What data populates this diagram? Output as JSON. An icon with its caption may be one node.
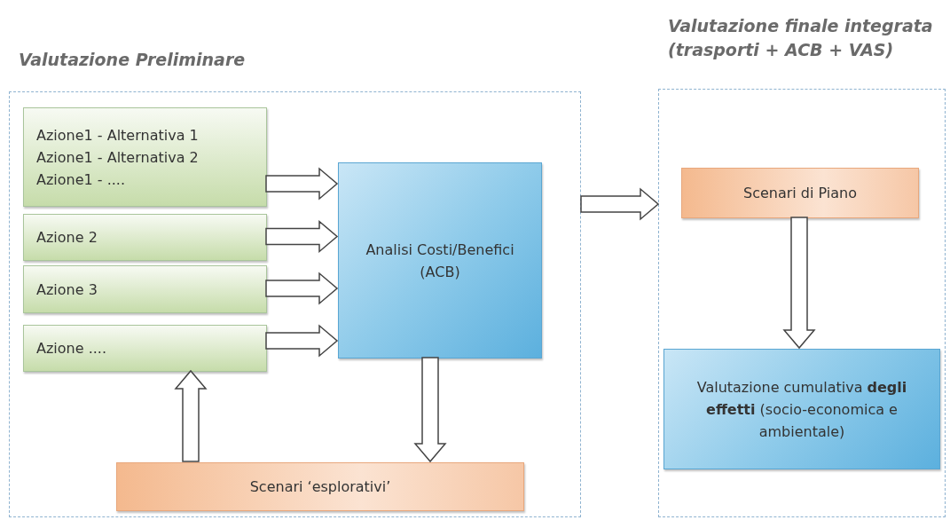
{
  "diagram": {
    "nodes": [
      {
        "text": [
          "Valutazione Preliminare"
        ]
      },
      {
        "text": [
          "Azione1 - Alternativa 1",
          "Azione1 - Alternativa 2",
          "Azione1 - ...."
        ],
        "in": 0
      },
      {
        "text": [
          "Azione 2"
        ],
        "in": 0
      },
      {
        "text": [
          "Azione 3"
        ],
        "in": 0
      },
      {
        "text": [
          "Azione ...."
        ],
        "in": 0
      },
      {
        "text": [
          "Analisi Costi/Benefici (ACB)"
        ],
        "in": 0
      },
      {
        "text": [
          "Scenari ‘esplorativi’"
        ],
        "in": 0
      },
      {
        "text": [
          "Valutazione finale integrata (trasporti + ACB + VAS)"
        ]
      },
      {
        "text": [
          "Scenari di Piano"
        ],
        "in": 7
      },
      {
        "text": [
          "Valutazione cumulativa **degli effetti** (socio-economica e ambientale)"
        ],
        "in": 7
      }
    ],
    "edges": [
      {
        "from": 1,
        "to": 5,
        "arrow": "to"
      },
      {
        "from": 2,
        "to": 5,
        "arrow": "to"
      },
      {
        "from": 3,
        "to": 5,
        "arrow": "to"
      },
      {
        "from": 4,
        "to": 5,
        "arrow": "to"
      },
      {
        "from": 6,
        "to": 4,
        "arrow": "to"
      },
      {
        "from": 5,
        "to": 6,
        "arrow": "to"
      },
      {
        "from": 0,
        "to": 7,
        "arrow": "to"
      },
      {
        "from": 8,
        "to": 9,
        "arrow": "to"
      }
    ]
  }
}
